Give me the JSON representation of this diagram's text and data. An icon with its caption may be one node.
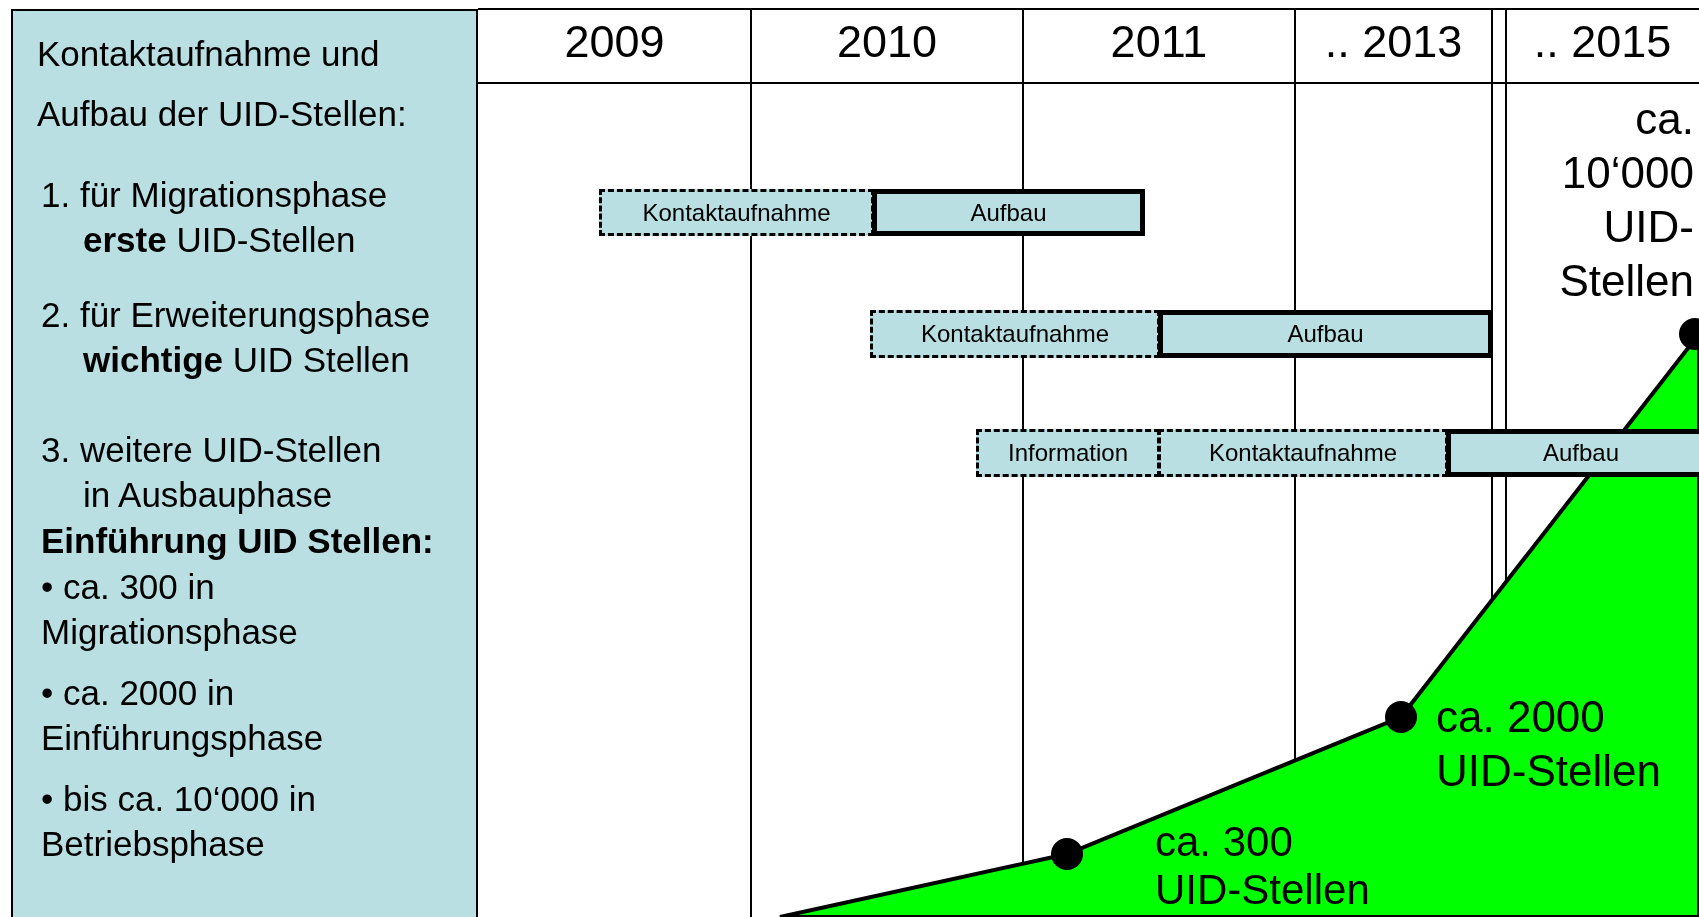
{
  "diagram": {
    "nodes": [
      {
        "text": [
          "Kontaktaufnahme und Aufbau der UID-Stellen:",
          "1. für Migrationsphase **erste** UID-Stellen",
          "2. für Erweiterungsphase **wichtige** UID Stellen",
          "3. weitere UID-Stellen in Ausbauphase",
          "Einführung UID Stellen:",
          "• ca. 300 in Migrationsphase",
          "• ca. 2000 in Einführungsphase",
          "• bis ca. 10‘000 in Betriebsphase"
        ]
      },
      {
        "text": [
          "Kontaktaufnahme"
        ]
      },
      {
        "text": [
          "Aufbau"
        ]
      },
      {
        "text": [
          "Kontaktaufnahme"
        ]
      },
      {
        "text": [
          "Aufbau"
        ]
      },
      {
        "text": [
          "Information"
        ]
      },
      {
        "text": [
          "Kontaktaufnahme"
        ]
      },
      {
        "text": [
          "Aufbau"
        ]
      }
    ],
    "edges": [],
    "labels": [
      "2009",
      "2010",
      "2011",
      ".. 2013",
      ".. 2015",
      "ca. 10‘000 UID-Stellen",
      "ca. 2000 UID-Stellen",
      "ca. 300 UID-Stellen"
    ]
  }
}
